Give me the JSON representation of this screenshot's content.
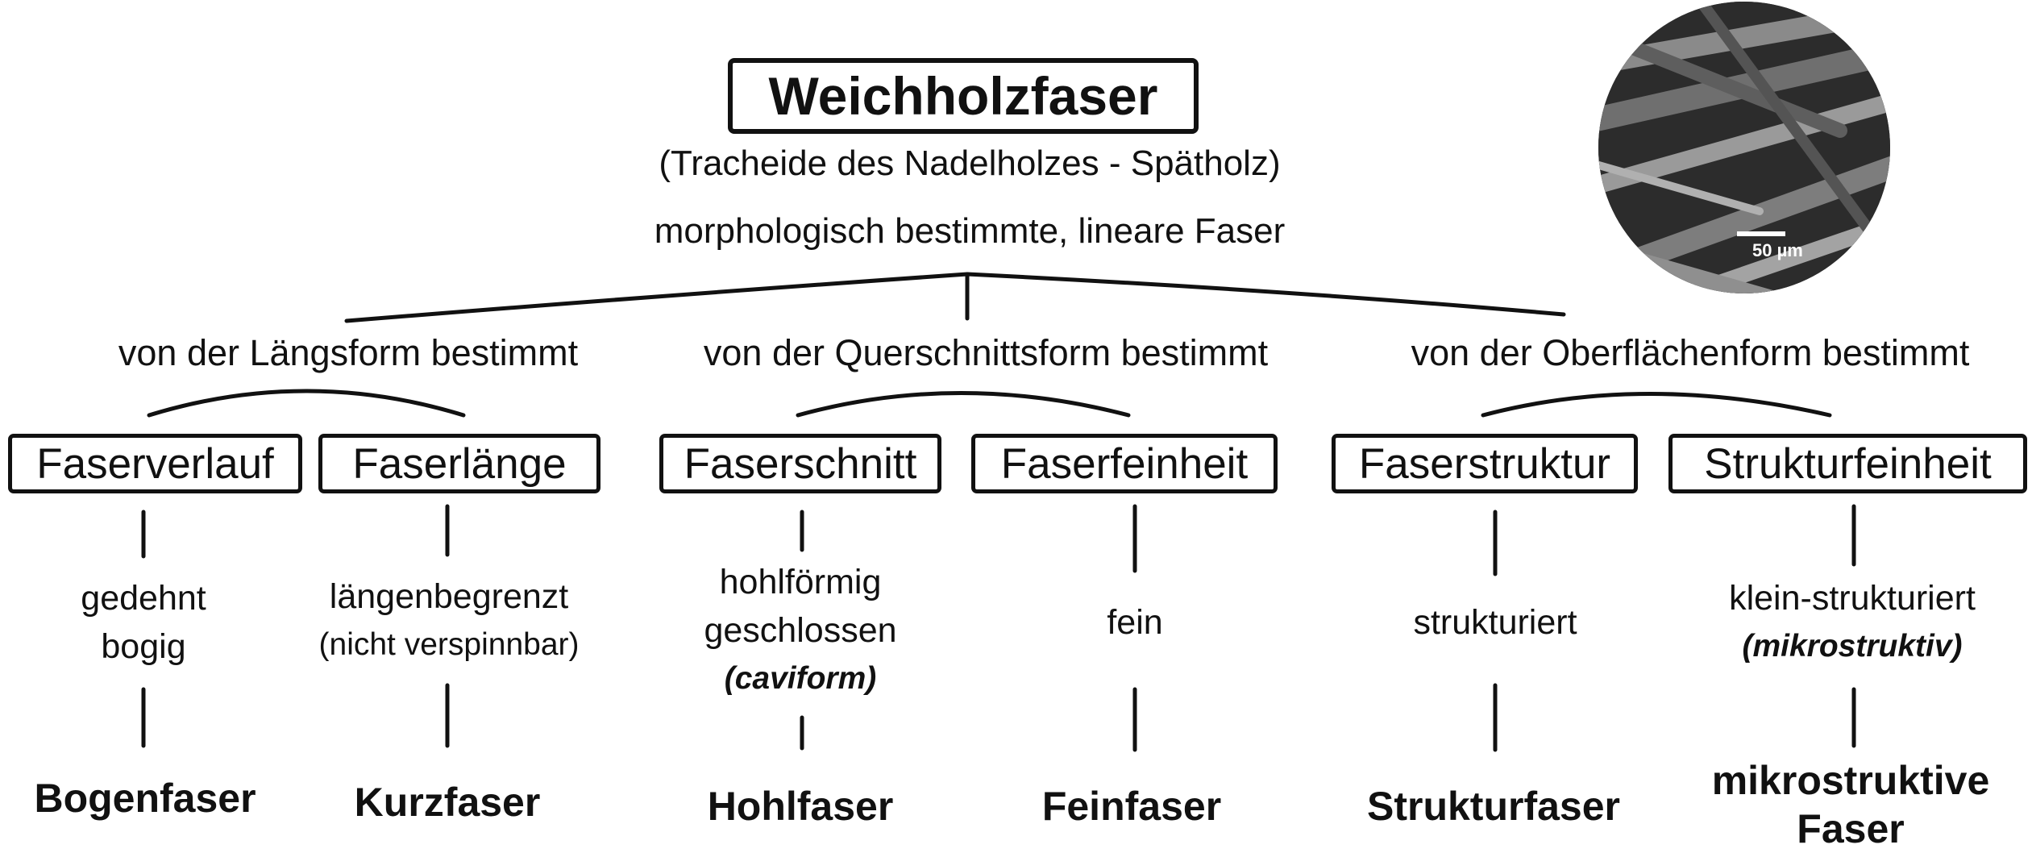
{
  "title": "Weichholzfaser",
  "subtitle": "(Tracheide des Nadelholzes - Spätholz)",
  "definition": "morphologisch bestimmte, lineare Faser",
  "image_scale": "50 µm",
  "categories": [
    "von der Längsform bestimmt",
    "von der Querschnittsform bestimmt",
    "von der Oberflächenform bestimmt"
  ],
  "boxes": [
    "Faserverlauf",
    "Faserlänge",
    "Faserschnitt",
    "Faserfeinheit",
    "Faserstruktur",
    "Strukturfeinheit"
  ],
  "descriptions": [
    [
      "gedehnt",
      "bogig"
    ],
    [
      "längenbegrenzt",
      "(nicht verspinnbar)"
    ],
    [
      "hohlförmig",
      "geschlossen",
      "(caviform)"
    ],
    [
      "fein"
    ],
    [
      "strukturiert"
    ],
    [
      "klein-strukturiert",
      "(mikrostruktiv)"
    ]
  ],
  "results": [
    "Bogenfaser",
    "Kurzfaser",
    "Hohlfaser",
    "Feinfaser",
    "Strukturfaser",
    "mikrostruktive Faser"
  ],
  "colors": {
    "ink": "#111111",
    "background": "#ffffff"
  },
  "image_description_icon": "sem-fiber-micrograph"
}
